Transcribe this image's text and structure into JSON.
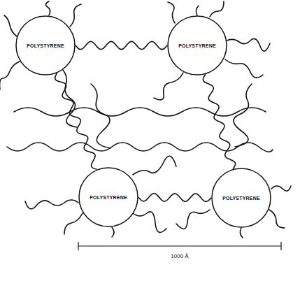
{
  "diagram": {
    "nodes": [
      {
        "text": [
          "POLYSTYRENE"
        ]
      },
      {
        "text": [
          "POLYSTYRENE"
        ]
      },
      {
        "text": [
          "POLYSTYRENE"
        ]
      },
      {
        "text": [
          "POLYSTYRENE"
        ]
      }
    ],
    "edges": [
      {
        "from": 0,
        "to": 1,
        "arrow": "none"
      },
      {
        "from": 2,
        "to": 3,
        "arrow": "none"
      },
      {
        "from": 0,
        "to": 2,
        "arrow": "none"
      },
      {
        "from": 1,
        "to": 3,
        "arrow": "none"
      }
    ],
    "labels": [
      "1000 Å"
    ]
  }
}
